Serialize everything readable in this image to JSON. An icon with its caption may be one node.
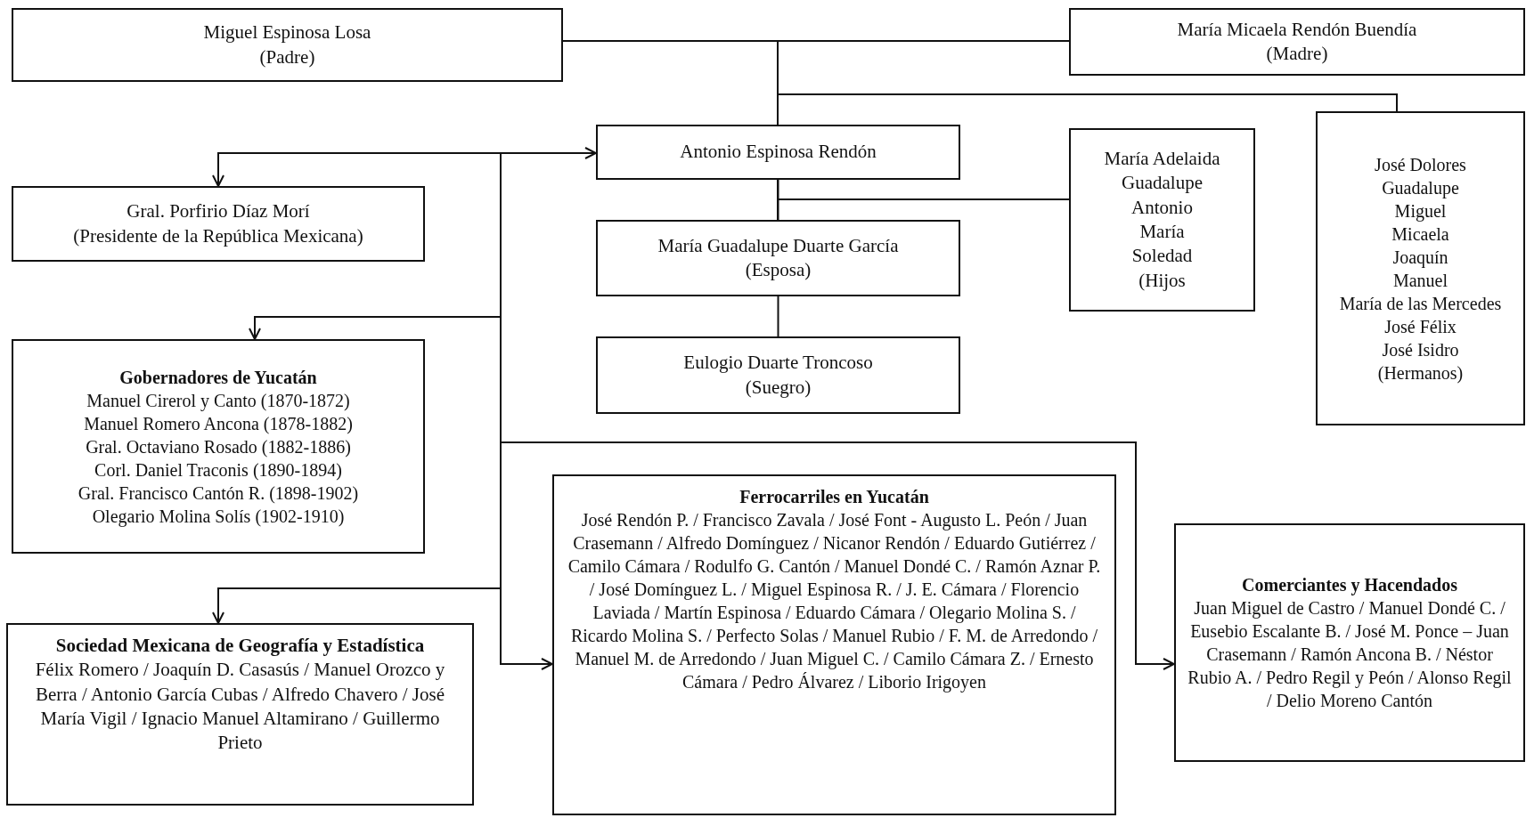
{
  "diagram": {
    "nodes": [
      {
        "text": [
          "Miguel Espinosa Losa",
          "(Padre)"
        ]
      },
      {
        "text": [
          "María Micaela Rendón Buendía",
          "(Madre)"
        ]
      },
      {
        "text": [
          "Antonio Espinosa Rendón"
        ]
      },
      {
        "text": [
          "Gral. Porfirio Díaz Morí",
          "(Presidente de la República Mexicana)"
        ]
      },
      {
        "text": [
          "María Guadalupe Duarte García",
          "(Esposa)"
        ]
      },
      {
        "text": [
          "Eulogio Duarte Troncoso",
          "(Suegro)"
        ]
      },
      {
        "text": [
          "María Adelaida",
          "Guadalupe",
          "Antonio",
          "María",
          "Soledad",
          "(Hijos"
        ]
      },
      {
        "text": [
          "José Dolores",
          "Guadalupe",
          "Miguel",
          "Micaela",
          "Joaquín",
          "Manuel",
          "María de las Mercedes",
          "José Félix",
          "José Isidro",
          "(Hermanos)"
        ]
      },
      {
        "text": [
          "Gobernadores de Yucatán",
          "Manuel Cirerol y Canto (1870-1872)",
          "Manuel Romero Ancona (1878-1882)",
          "Gral. Octaviano Rosado (1882-1886)",
          "Corl. Daniel Traconis (1890-1894)",
          "Gral. Francisco Cantón R. (1898-1902)",
          "Olegario Molina Solís (1902-1910)"
        ]
      },
      {
        "text": [
          "Sociedad Mexicana de Geografía y Estadística",
          "Félix Romero / Joaquín D. Casasús / Manuel Orozco y Berra / Antonio García Cubas / Alfredo Chavero / José María Vigil / Ignacio Manuel Altamirano / Guillermo Prieto"
        ]
      },
      {
        "text": [
          "Ferrocarriles en Yucatán",
          "José Rendón P. / Francisco Zavala / José Font - Augusto L. Peón / Juan Crasemann / Alfredo Domínguez / Nicanor Rendón / Eduardo Gutiérrez / Camilo Cámara / Rodulfo G. Cantón / Manuel Dondé C. / Ramón Aznar P. / José Domínguez L. / Miguel Espinosa R. / J. E. Cámara / Florencio Laviada / Martín Espinosa / Eduardo Cámara / Olegario Molina S. / Ricardo Molina S. / Perfecto Solas / Manuel Rubio / F. M. de Arredondo / Manuel M. de Arredondo / Juan Miguel C. / Camilo Cámara Z. / Ernesto Cámara / Pedro Álvarez / Liborio Irigoyen"
        ]
      },
      {
        "text": [
          "Comerciantes y Hacendados",
          "Juan Miguel de Castro / Manuel Dondé C. / Eusebio Escalante B. / José M. Ponce – Juan Crasemann / Ramón Ancona B. / Néstor Rubio A. / Pedro Regil y Peón / Alonso Regil / Delio Moreno Cantón"
        ]
      }
    ],
    "edges": [
      {
        "from": 0,
        "to": 2,
        "arrow": "none"
      },
      {
        "from": 1,
        "to": 2,
        "arrow": "none"
      },
      {
        "from": 0,
        "to": 7,
        "arrow": "none"
      },
      {
        "from": 1,
        "to": 7,
        "arrow": "none"
      },
      {
        "from": 2,
        "to": 4,
        "arrow": "none"
      },
      {
        "from": 2,
        "to": 6,
        "arrow": "none"
      },
      {
        "from": 4,
        "to": 6,
        "arrow": "none"
      },
      {
        "from": 4,
        "to": 5,
        "arrow": "none"
      },
      {
        "from": null,
        "to": 2,
        "arrow": "to"
      },
      {
        "from": null,
        "to": 3,
        "arrow": "to"
      },
      {
        "from": null,
        "to": 8,
        "arrow": "to"
      },
      {
        "from": null,
        "to": 9,
        "arrow": "to"
      },
      {
        "from": null,
        "to": 10,
        "arrow": "to"
      },
      {
        "from": null,
        "to": 11,
        "arrow": "to"
      }
    ]
  }
}
